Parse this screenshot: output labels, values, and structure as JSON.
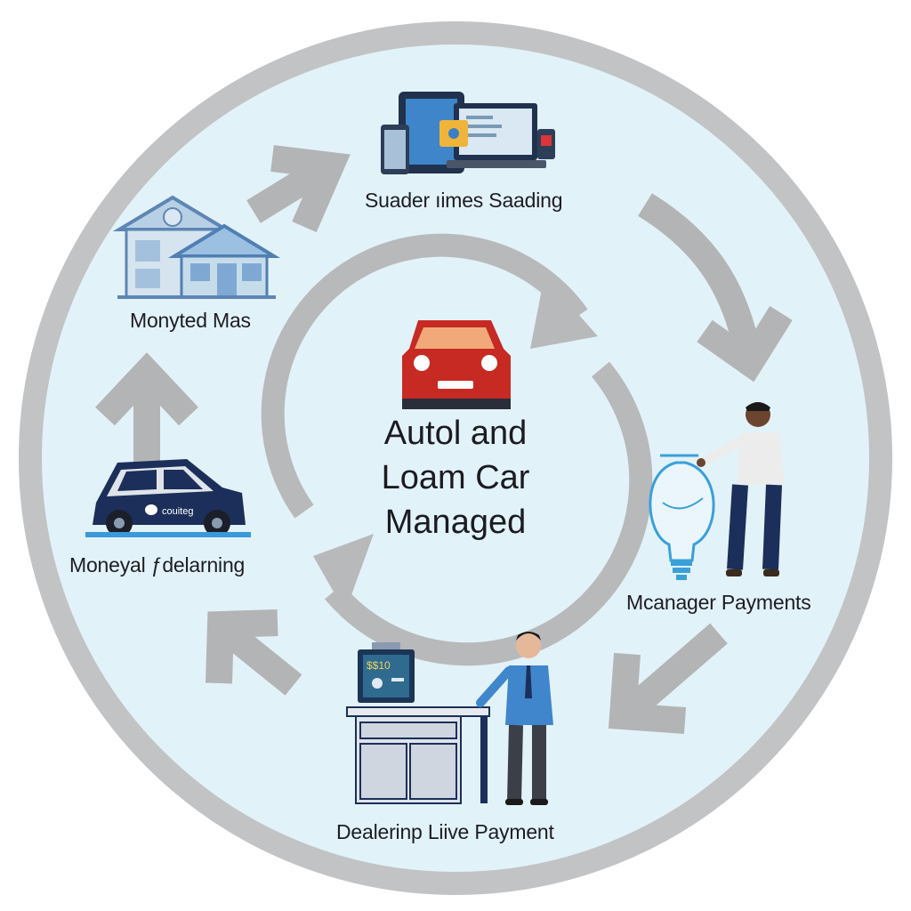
{
  "diagram": {
    "center": {
      "title_lines": [
        "Autol and",
        "Loam Car",
        "Managed"
      ],
      "icon": "car-icon"
    },
    "steps": [
      {
        "label": "Suader ıimes Saading",
        "icon": "devices-icon"
      },
      {
        "label": "Mcanager Payments",
        "icon": "person-lightbulb-icon"
      },
      {
        "label": "Dealerinp Liive Payment",
        "icon": "dealer-desk-icon"
      },
      {
        "label": "Moneyal ƒdelarning",
        "icon": "car-icon"
      },
      {
        "label": "Monyted Mas",
        "icon": "house-icon"
      }
    ],
    "colors": {
      "background": "#e2f2f9",
      "ring": "#c2c3c5",
      "arrow": "#b3b4b6",
      "car_red": "#c62a22",
      "navy": "#1c2f5a",
      "blue": "#3a7fc4"
    }
  }
}
